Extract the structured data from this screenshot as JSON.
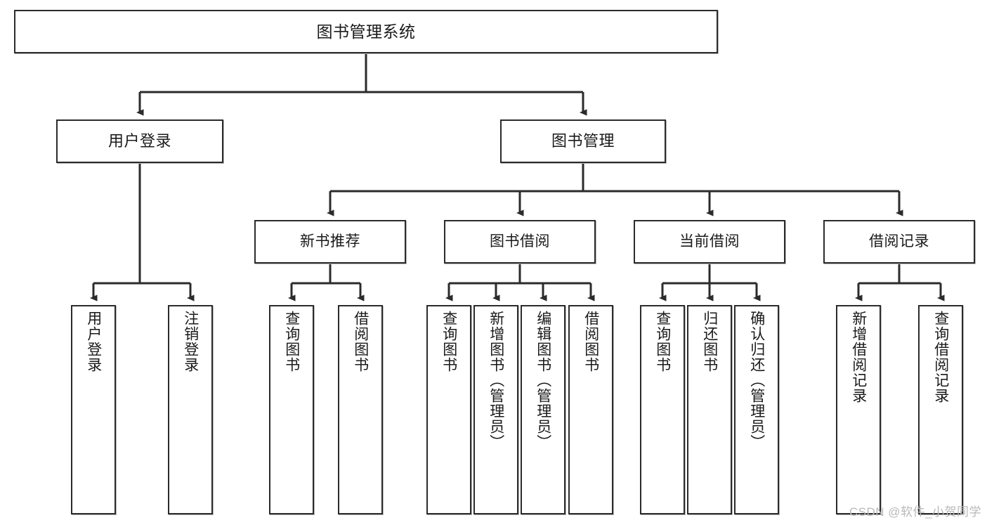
{
  "diagram": {
    "type": "tree",
    "title_node": "图书管理系统",
    "watermark": "CSDN @软件_小贺同学",
    "colors": {
      "box_border": "#2b2b2b",
      "box_fill": "#ffffff",
      "connector": "#2b2b2b",
      "text": "#1a1a1a",
      "watermark": "#b9b9b9"
    },
    "levels": {
      "root": "图书管理系统",
      "level2": [
        "用户登录",
        "图书管理"
      ],
      "level3": [
        "新书推荐",
        "图书借阅",
        "当前借阅",
        "借阅记录"
      ]
    },
    "nodes": {
      "root": {
        "label": "图书管理系统"
      },
      "user_login": {
        "label": "用户登录"
      },
      "book_manage": {
        "label": "图书管理"
      },
      "new_book_rec": {
        "label": "新书推荐"
      },
      "book_borrow": {
        "label": "图书借阅"
      },
      "current_borrow": {
        "label": "当前借阅"
      },
      "borrow_record": {
        "label": "借阅记录"
      },
      "leaf_user_login": {
        "label": "用户登录"
      },
      "leaf_logout": {
        "label": "注销登录"
      },
      "leaf_query_book_a": {
        "label": "查询图书"
      },
      "leaf_borrow_book_a": {
        "label": "借阅图书"
      },
      "leaf_query_book_b": {
        "label": "查询图书"
      },
      "leaf_add_book": {
        "label": "新增图书（管理员）"
      },
      "leaf_edit_book": {
        "label": "编辑图书（管理员）"
      },
      "leaf_borrow_book_b": {
        "label": "借阅图书"
      },
      "leaf_query_book_c": {
        "label": "查询图书"
      },
      "leaf_return_book": {
        "label": "归还图书"
      },
      "leaf_confirm_return": {
        "label": "确认归还（管理员）"
      },
      "leaf_add_record": {
        "label": "新增借阅记录"
      },
      "leaf_query_record": {
        "label": "查询借阅记录"
      }
    },
    "edges": [
      {
        "from": "图书管理系统",
        "to": "用户登录"
      },
      {
        "from": "图书管理系统",
        "to": "图书管理"
      },
      {
        "from": "用户登录",
        "to": "用户登录"
      },
      {
        "from": "用户登录",
        "to": "注销登录"
      },
      {
        "from": "图书管理",
        "to": "新书推荐"
      },
      {
        "from": "图书管理",
        "to": "图书借阅"
      },
      {
        "from": "图书管理",
        "to": "当前借阅"
      },
      {
        "from": "图书管理",
        "to": "借阅记录"
      },
      {
        "from": "新书推荐",
        "to": "查询图书"
      },
      {
        "from": "新书推荐",
        "to": "借阅图书"
      },
      {
        "from": "图书借阅",
        "to": "查询图书"
      },
      {
        "from": "图书借阅",
        "to": "新增图书（管理员）"
      },
      {
        "from": "图书借阅",
        "to": "编辑图书（管理员）"
      },
      {
        "from": "图书借阅",
        "to": "借阅图书"
      },
      {
        "from": "当前借阅",
        "to": "查询图书"
      },
      {
        "from": "当前借阅",
        "to": "归还图书"
      },
      {
        "from": "当前借阅",
        "to": "确认归还（管理员）"
      },
      {
        "from": "借阅记录",
        "to": "新增借阅记录"
      },
      {
        "from": "借阅记录",
        "to": "查询借阅记录"
      }
    ]
  }
}
